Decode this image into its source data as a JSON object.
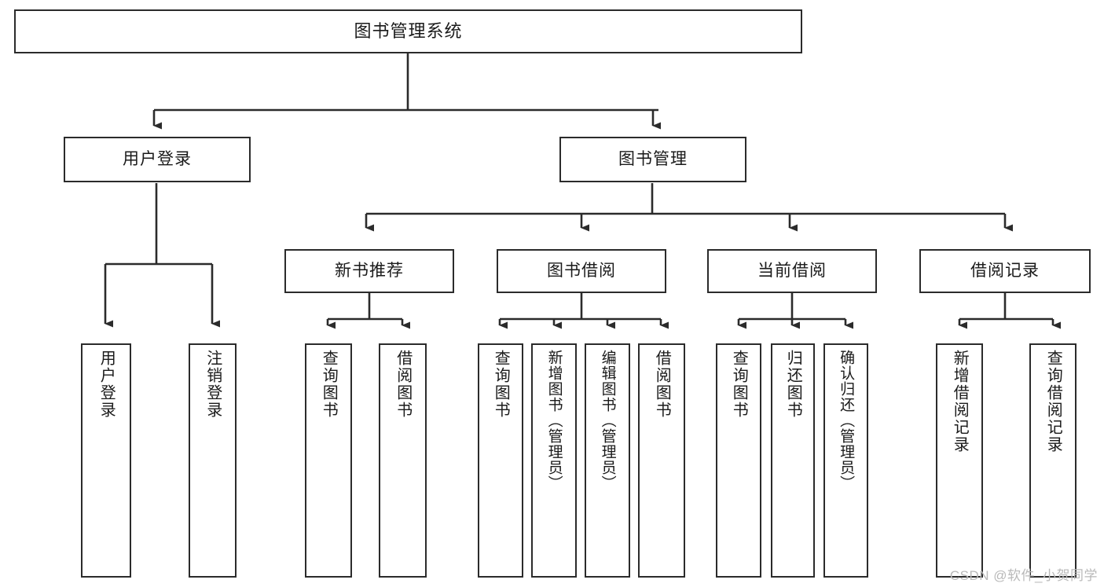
{
  "diagram": {
    "title": "图书管理系统",
    "type": "tree",
    "watermark": "CSDN @软件_小贺同学",
    "colors": {
      "background": "#ffffff",
      "box_border": "#2b2b2b",
      "box_fill": "#ffffff",
      "edge": "#2b2b2b",
      "text": "#1a1a1a",
      "watermark": "#b9b9b9"
    },
    "nodes": {
      "root": {
        "label": "图书管理系统"
      },
      "level2": [
        {
          "id": "user-login",
          "label": "用户登录"
        },
        {
          "id": "book-manage",
          "label": "图书管理"
        }
      ],
      "level3": [
        {
          "id": "new-book-rec",
          "label": "新书推荐"
        },
        {
          "id": "book-borrow",
          "label": "图书借阅"
        },
        {
          "id": "current-borrow",
          "label": "当前借阅"
        },
        {
          "id": "borrow-record",
          "label": "借阅记录"
        }
      ],
      "leaves": {
        "user-login": [
          {
            "id": "leaf-user-login",
            "label": "用户登录"
          },
          {
            "id": "leaf-logout",
            "label": "注销登录"
          }
        ],
        "new-book-rec": [
          {
            "id": "leaf-query-book-1",
            "label": "查询图书"
          },
          {
            "id": "leaf-borrow-book-1",
            "label": "借阅图书"
          }
        ],
        "book-borrow": [
          {
            "id": "leaf-query-book-2",
            "label": "查询图书"
          },
          {
            "id": "leaf-add-book",
            "label": "新增图书（管理员）"
          },
          {
            "id": "leaf-edit-book",
            "label": "编辑图书（管理员）"
          },
          {
            "id": "leaf-borrow-book-2",
            "label": "借阅图书"
          }
        ],
        "current-borrow": [
          {
            "id": "leaf-query-book-3",
            "label": "查询图书"
          },
          {
            "id": "leaf-return-book",
            "label": "归还图书"
          },
          {
            "id": "leaf-confirm-return",
            "label": "确认归还（管理员）"
          }
        ],
        "borrow-record": [
          {
            "id": "leaf-add-record",
            "label": "新增借阅记录"
          },
          {
            "id": "leaf-query-record",
            "label": "查询借阅记录"
          }
        ]
      }
    }
  }
}
